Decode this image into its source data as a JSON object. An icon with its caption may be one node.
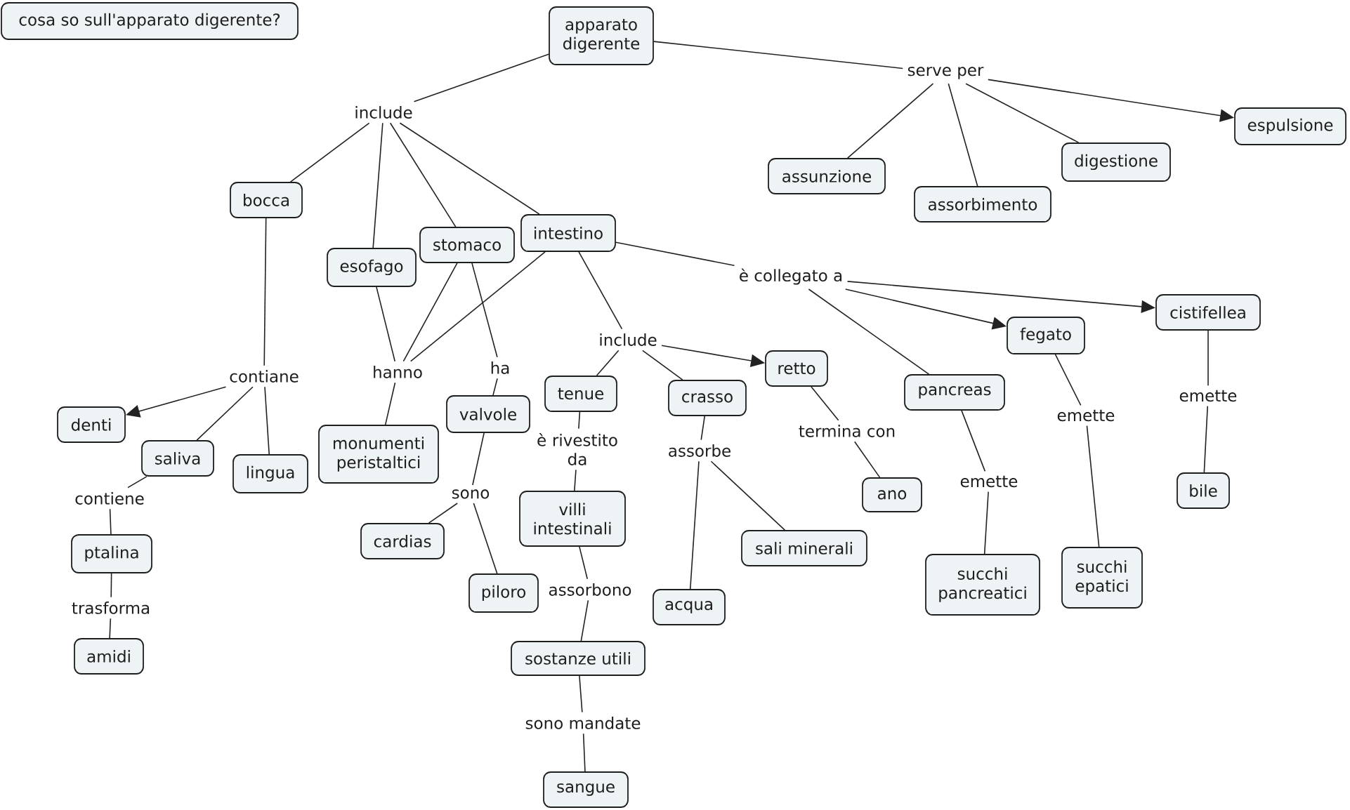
{
  "diagram": {
    "nodes": [
      {
        "text": [
          "cosa so sull'apparato digerente?"
        ]
      },
      {
        "text": [
          "apparato digerente"
        ]
      },
      {
        "text": [
          "serve per"
        ]
      },
      {
        "text": [
          "include"
        ]
      },
      {
        "text": [
          "espulsione"
        ]
      },
      {
        "text": [
          "digestione"
        ]
      },
      {
        "text": [
          "assunzione"
        ]
      },
      {
        "text": [
          "bocca"
        ]
      },
      {
        "text": [
          "assorbimento"
        ]
      },
      {
        "text": [
          "intestino"
        ]
      },
      {
        "text": [
          "stomaco"
        ]
      },
      {
        "text": [
          "esofago"
        ]
      },
      {
        "text": [
          "è collegato a"
        ]
      },
      {
        "text": [
          "cistifellea"
        ]
      },
      {
        "text": [
          "fegato"
        ]
      },
      {
        "text": [
          "include"
        ]
      },
      {
        "text": [
          "retto"
        ]
      },
      {
        "text": [
          "ha"
        ]
      },
      {
        "text": [
          "hanno"
        ]
      },
      {
        "text": [
          "contiane"
        ]
      },
      {
        "text": [
          "tenue"
        ]
      },
      {
        "text": [
          "pancreas"
        ]
      },
      {
        "text": [
          "crasso"
        ]
      },
      {
        "text": [
          "emette"
        ]
      },
      {
        "text": [
          "valvole"
        ]
      },
      {
        "text": [
          "denti"
        ]
      },
      {
        "text": [
          "emette"
        ]
      },
      {
        "text": [
          "monumenti peristaltici"
        ]
      },
      {
        "text": [
          "termina con"
        ]
      },
      {
        "text": [
          "è rivestito da"
        ]
      },
      {
        "text": [
          "assorbe"
        ]
      },
      {
        "text": [
          "saliva"
        ]
      },
      {
        "text": [
          "lingua"
        ]
      },
      {
        "text": [
          "emette"
        ]
      },
      {
        "text": [
          "ano"
        ]
      },
      {
        "text": [
          "sono"
        ]
      },
      {
        "text": [
          "contiene"
        ]
      },
      {
        "text": [
          "bile"
        ]
      },
      {
        "text": [
          "villi intestinali"
        ]
      },
      {
        "text": [
          "cardias"
        ]
      },
      {
        "text": [
          "sali minerali"
        ]
      },
      {
        "text": [
          "ptalina"
        ]
      },
      {
        "text": [
          "succhi epatici"
        ]
      },
      {
        "text": [
          "succhi pancreatici"
        ]
      },
      {
        "text": [
          "piloro"
        ]
      },
      {
        "text": [
          "assorbono"
        ]
      },
      {
        "text": [
          "trasforma"
        ]
      },
      {
        "text": [
          "acqua"
        ]
      },
      {
        "text": [
          "amidi"
        ]
      },
      {
        "text": [
          "sostanze utili"
        ]
      },
      {
        "text": [
          "sono mandate"
        ]
      },
      {
        "text": [
          "sangue"
        ]
      }
    ],
    "edges": [
      {
        "from": 1,
        "to": 3,
        "arrow": "none"
      },
      {
        "from": 3,
        "to": 7,
        "arrow": "none"
      },
      {
        "from": 3,
        "to": 11,
        "arrow": "none"
      },
      {
        "from": 3,
        "to": 10,
        "arrow": "none"
      },
      {
        "from": 3,
        "to": 9,
        "arrow": "none"
      },
      {
        "from": 1,
        "to": 2,
        "arrow": "none"
      },
      {
        "from": 2,
        "to": 6,
        "arrow": "none"
      },
      {
        "from": 2,
        "to": 8,
        "arrow": "none"
      },
      {
        "from": 2,
        "to": 5,
        "arrow": "none"
      },
      {
        "from": 2,
        "to": 4,
        "arrow": "to"
      },
      {
        "from": 7,
        "to": 19,
        "arrow": "none"
      },
      {
        "from": 19,
        "to": 25,
        "arrow": "to"
      },
      {
        "from": 19,
        "to": 31,
        "arrow": "none"
      },
      {
        "from": 19,
        "to": 32,
        "arrow": "none"
      },
      {
        "from": 11,
        "to": 18,
        "arrow": "none"
      },
      {
        "from": 10,
        "to": 18,
        "arrow": "none"
      },
      {
        "from": 9,
        "to": 18,
        "arrow": "none"
      },
      {
        "from": 18,
        "to": 27,
        "arrow": "none"
      },
      {
        "from": 10,
        "to": 17,
        "arrow": "none"
      },
      {
        "from": 17,
        "to": 24,
        "arrow": "none"
      },
      {
        "from": 24,
        "to": 35,
        "arrow": "none"
      },
      {
        "from": 35,
        "to": 39,
        "arrow": "none"
      },
      {
        "from": 35,
        "to": 44,
        "arrow": "none"
      },
      {
        "from": 9,
        "to": 15,
        "arrow": "none"
      },
      {
        "from": 15,
        "to": 20,
        "arrow": "none"
      },
      {
        "from": 15,
        "to": 22,
        "arrow": "none"
      },
      {
        "from": 15,
        "to": 16,
        "arrow": "to"
      },
      {
        "from": 9,
        "to": 12,
        "arrow": "none"
      },
      {
        "from": 12,
        "to": 21,
        "arrow": "none"
      },
      {
        "from": 12,
        "to": 14,
        "arrow": "to"
      },
      {
        "from": 12,
        "to": 13,
        "arrow": "to"
      },
      {
        "from": 31,
        "to": 36,
        "arrow": "none"
      },
      {
        "from": 36,
        "to": 41,
        "arrow": "none"
      },
      {
        "from": 41,
        "to": 46,
        "arrow": "none"
      },
      {
        "from": 46,
        "to": 48,
        "arrow": "none"
      },
      {
        "from": 20,
        "to": 29,
        "arrow": "none"
      },
      {
        "from": 29,
        "to": 38,
        "arrow": "none"
      },
      {
        "from": 38,
        "to": 45,
        "arrow": "none"
      },
      {
        "from": 45,
        "to": 49,
        "arrow": "none"
      },
      {
        "from": 49,
        "to": 50,
        "arrow": "none"
      },
      {
        "from": 50,
        "to": 51,
        "arrow": "none"
      },
      {
        "from": 22,
        "to": 30,
        "arrow": "none"
      },
      {
        "from": 30,
        "to": 47,
        "arrow": "none"
      },
      {
        "from": 30,
        "to": 40,
        "arrow": "none"
      },
      {
        "from": 16,
        "to": 28,
        "arrow": "none"
      },
      {
        "from": 28,
        "to": 34,
        "arrow": "none"
      },
      {
        "from": 21,
        "to": 33,
        "arrow": "none"
      },
      {
        "from": 33,
        "to": 43,
        "arrow": "none"
      },
      {
        "from": 14,
        "to": 26,
        "arrow": "none"
      },
      {
        "from": 26,
        "to": 42,
        "arrow": "none"
      },
      {
        "from": 13,
        "to": 23,
        "arrow": "none"
      },
      {
        "from": 23,
        "to": 37,
        "arrow": "none"
      }
    ]
  }
}
